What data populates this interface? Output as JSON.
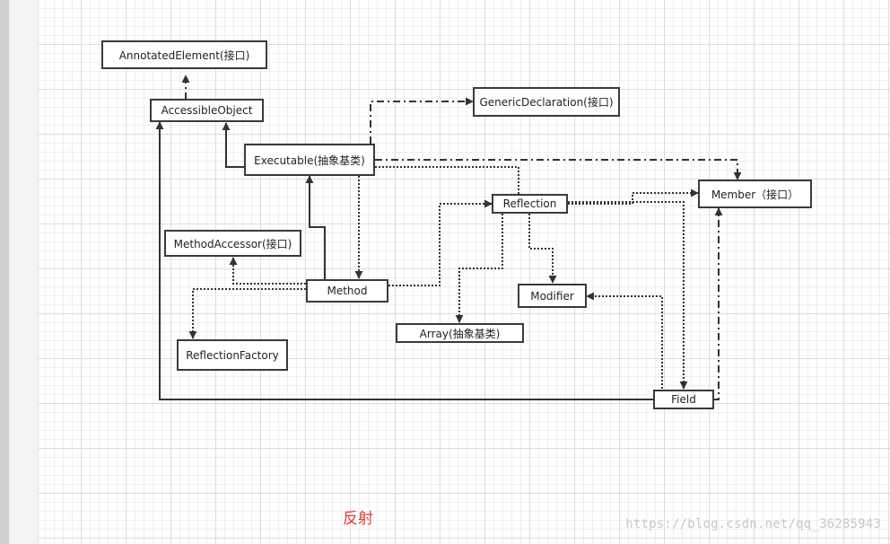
{
  "diagram": {
    "nodes": {
      "annotated_element": "AnnotatedElement(接口)",
      "accessible_object": "AccessibleObject",
      "generic_declaration": "GenericDeclaration(接口)",
      "executable": "Executable(抽象基类)",
      "member": "Member（接口）",
      "reflection": "Reflection",
      "method_accessor": "MethodAccessor(接口)",
      "method": "Method",
      "modifier": "Modifier",
      "array": "Array(抽象基类)",
      "reflection_factory": "ReflectionFactory",
      "field": "Field"
    },
    "caption": "反射",
    "watermark": "https://blog.csdn.net/qq_36285943"
  }
}
